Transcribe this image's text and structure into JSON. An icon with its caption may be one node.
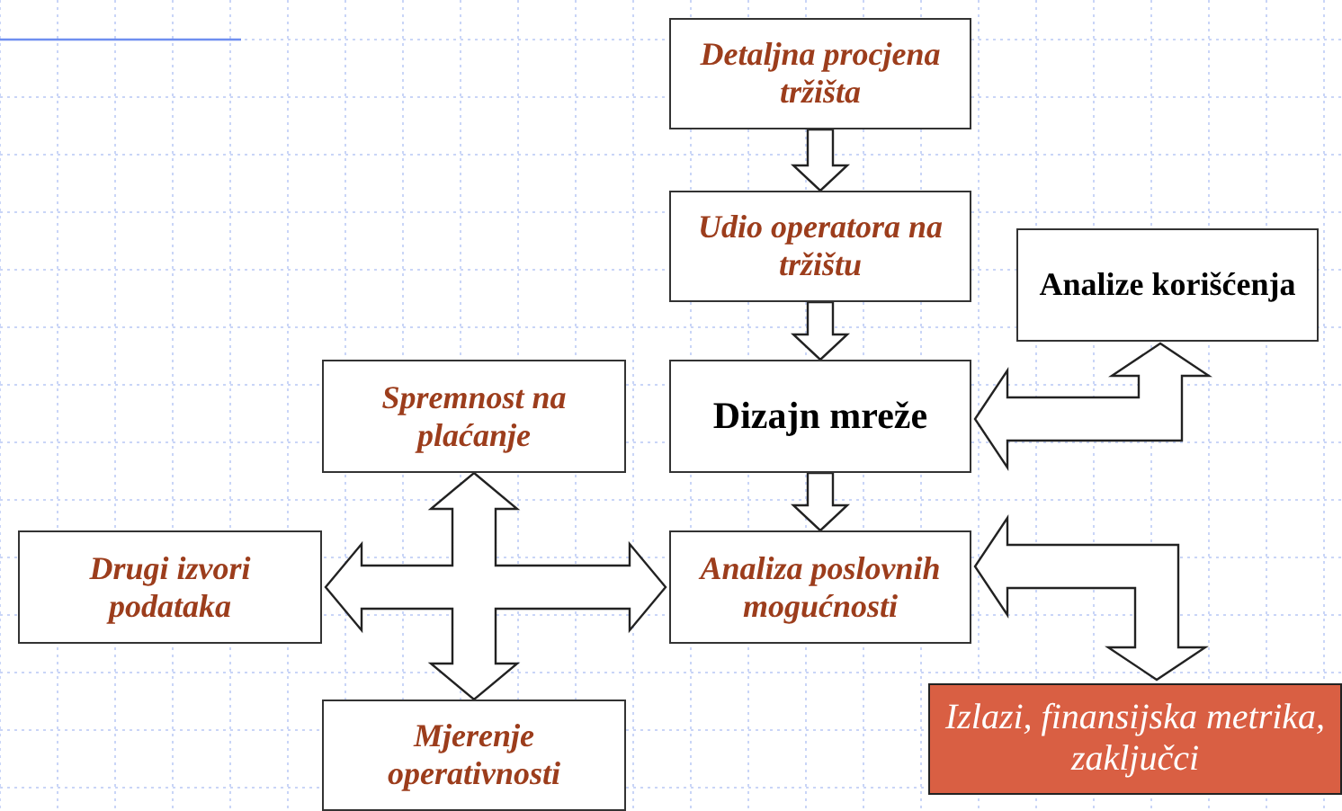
{
  "diagram": {
    "nodes": [
      {
        "text": [
          "Detaljna procjena tržišta"
        ]
      },
      {
        "text": [
          "Udio operatora na tržištu"
        ]
      },
      {
        "text": [
          "Analize korišćenja"
        ]
      },
      {
        "text": [
          "Spremnost na plaćanje"
        ]
      },
      {
        "text": [
          "Dizajn mreže"
        ]
      },
      {
        "text": [
          "Drugi izvori podataka"
        ]
      },
      {
        "text": [
          "Analiza poslovnih mogućnosti"
        ]
      },
      {
        "text": [
          "Mjerenje operativnosti"
        ]
      },
      {
        "text": [
          "Izlazi, finansijska metrika, zaključci"
        ]
      }
    ],
    "edges": [
      {
        "from": 0,
        "to": 1,
        "arrow": "to"
      },
      {
        "from": 1,
        "to": 4,
        "arrow": "to"
      },
      {
        "from": 4,
        "to": 6,
        "arrow": "to"
      },
      {
        "from": 3,
        "to": 7,
        "arrow": "both"
      },
      {
        "from": 5,
        "to": 6,
        "arrow": "both"
      },
      {
        "from": 2,
        "to": 4,
        "arrow": "both"
      },
      {
        "from": 6,
        "to": 8,
        "arrow": "both"
      }
    ]
  }
}
